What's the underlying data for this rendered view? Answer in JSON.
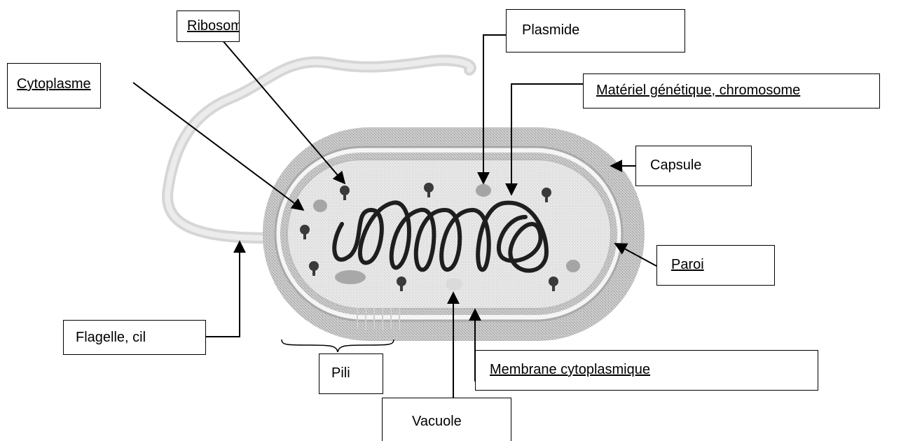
{
  "labels": {
    "ribosome": "Ribosome",
    "plasmide": "Plasmide",
    "cytoplasme": "Cytoplasme",
    "materiel": "Matériel génétique, chromosome",
    "capsule": "Capsule",
    "paroi": "Paroi",
    "flagelle": "Flagelle, cil",
    "pili": "Pili",
    "membrane": "Membrane cytoplasmique",
    "vacuole": "Vacuole"
  },
  "colors": {
    "capsule_fill": "#b9b9b9",
    "cell_fill": "#e2e2e2",
    "wall_line": "#9a9a9a",
    "dark": "#2b2b2b",
    "flagellum": "#dedede"
  }
}
